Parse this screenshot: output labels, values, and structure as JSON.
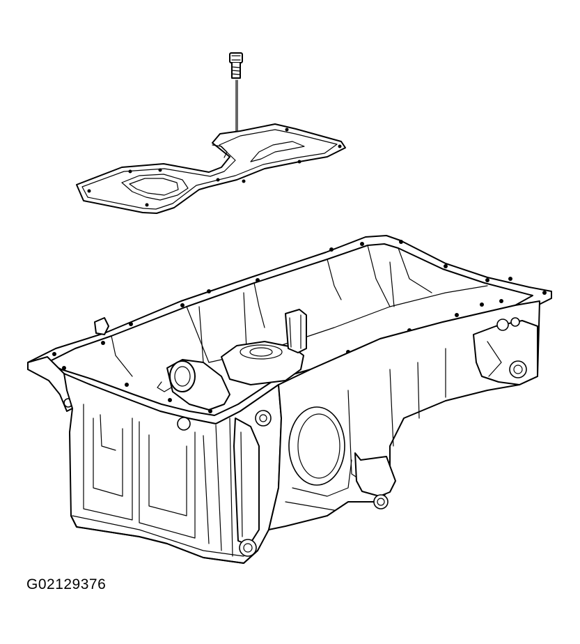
{
  "figure": {
    "code": "G02129376"
  },
  "icons": {
    "bolt": "bolt-icon",
    "baffle": "oil-pan-baffle-plate",
    "oil_pan": "oil-pan-housing"
  }
}
